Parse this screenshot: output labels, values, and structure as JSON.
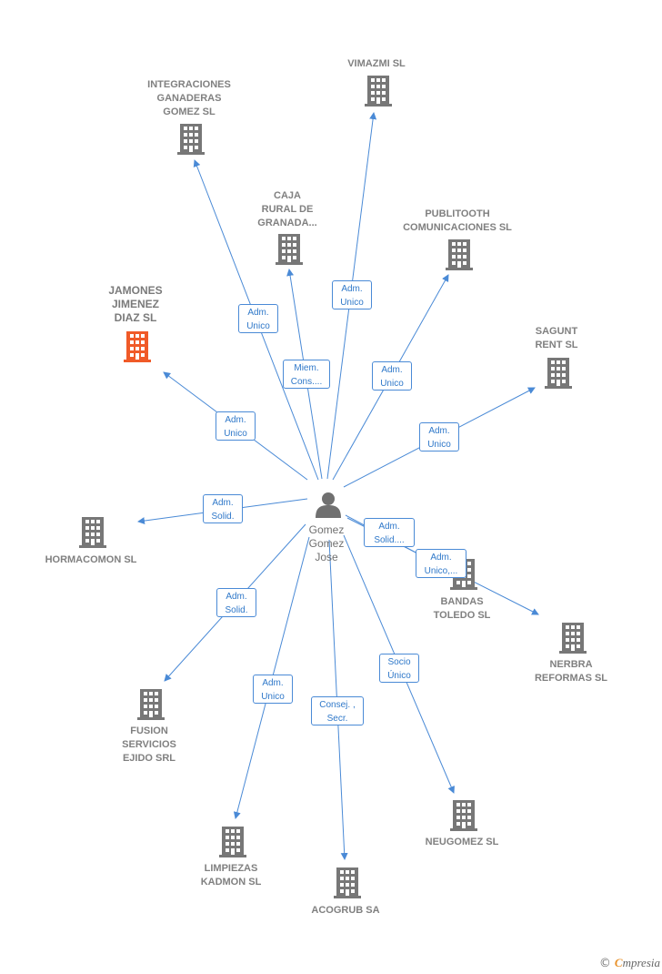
{
  "colors": {
    "edge": "#4a8ad6",
    "building": "#777777",
    "building_highlight": "#f05a28",
    "person": "#707070"
  },
  "center": {
    "name": "Gomez\nGomez\nJose",
    "icon": "person-icon"
  },
  "nodes": [
    {
      "id": "integraciones",
      "label": "INTEGRACIONES\nGANADERAS\nGOMEZ  SL",
      "icon": "building-icon"
    },
    {
      "id": "vimazmi",
      "label": "VIMAZMI SL",
      "icon": "building-icon"
    },
    {
      "id": "caja-rural",
      "label": "CAJA\nRURAL DE\nGRANADA...",
      "icon": "building-icon"
    },
    {
      "id": "publitooth",
      "label": "PUBLITOOTH\nCOMUNICACIONES SL",
      "icon": "building-icon"
    },
    {
      "id": "jamones",
      "label": "JAMONES\nJIMENEZ\nDIAZ  SL",
      "icon": "building-icon",
      "highlight": true
    },
    {
      "id": "sagunt",
      "label": "SAGUNT\nRENT SL",
      "icon": "building-icon"
    },
    {
      "id": "hormacomon",
      "label": "HORMACOMON SL",
      "icon": "building-icon"
    },
    {
      "id": "bandas",
      "label": "BANDAS\nTOLEDO SL",
      "icon": "building-icon"
    },
    {
      "id": "nerbra",
      "label": "NERBRA\nREFORMAS SL",
      "icon": "building-icon"
    },
    {
      "id": "fusion",
      "label": "FUSION\nSERVICIOS\nEJIDO SRL",
      "icon": "building-icon"
    },
    {
      "id": "neugomez",
      "label": "NEUGOMEZ  SL",
      "icon": "building-icon"
    },
    {
      "id": "limpiezas",
      "label": "LIMPIEZAS\nKADMON SL",
      "icon": "building-icon"
    },
    {
      "id": "acogrub",
      "label": "ACOGRUB SA",
      "icon": "building-icon"
    }
  ],
  "edges": [
    {
      "to": "integraciones",
      "label": "Adm.\nUnico"
    },
    {
      "to": "vimazmi",
      "label": "Adm.\nUnico"
    },
    {
      "to": "caja-rural",
      "label": "Miem.\nCons...."
    },
    {
      "to": "publitooth",
      "label": "Adm.\nUnico"
    },
    {
      "to": "jamones",
      "label": "Adm.\nUnico"
    },
    {
      "to": "sagunt",
      "label": "Adm.\nUnico"
    },
    {
      "to": "hormacomon",
      "label": "Adm.\nSolid."
    },
    {
      "to": "bandas",
      "label": "Adm.\nSolid...."
    },
    {
      "to": "nerbra",
      "label": "Adm.\nUnico,..."
    },
    {
      "to": "fusion",
      "label": "Adm.\nSolid."
    },
    {
      "to": "neugomez",
      "label": "Socio\nÚnico"
    },
    {
      "to": "limpiezas",
      "label": "Adm.\nUnico"
    },
    {
      "to": "acogrub",
      "label": "Consej. ,\nSecr."
    }
  ],
  "footer": {
    "copyright": "©",
    "brand_first": "C",
    "brand_rest": "mpresia"
  }
}
